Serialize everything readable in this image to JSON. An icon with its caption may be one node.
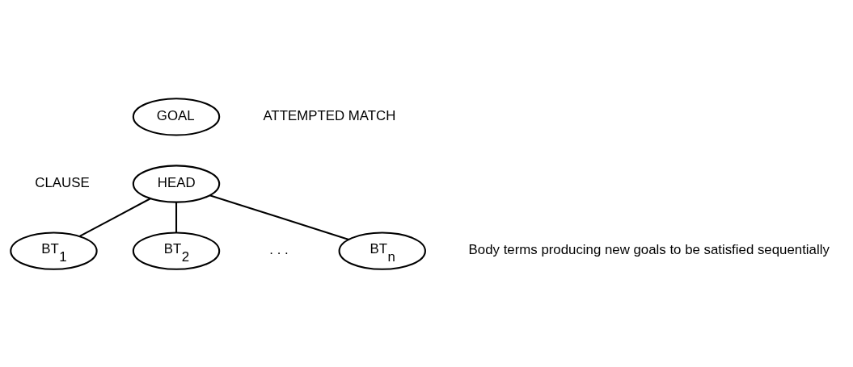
{
  "diagram": {
    "nodes": [
      {
        "text": [
          "GOAL"
        ]
      },
      {
        "text": [
          "HEAD"
        ]
      },
      {
        "text": [
          "BT$_{1}$"
        ]
      },
      {
        "text": [
          "BT$_{2}$"
        ]
      },
      {
        "text": [
          "BT$_{n}$"
        ]
      }
    ],
    "edges": [
      {
        "from": 1,
        "to": 2,
        "arrow": "none"
      },
      {
        "from": 1,
        "to": 3,
        "arrow": "none"
      },
      {
        "from": 1,
        "to": 4,
        "arrow": "none"
      }
    ],
    "labels": [
      "ATTEMPTED MATCH",
      "CLAUSE",
      ". . .",
      "Body terms producing new goals to be satisfied sequentially"
    ]
  }
}
